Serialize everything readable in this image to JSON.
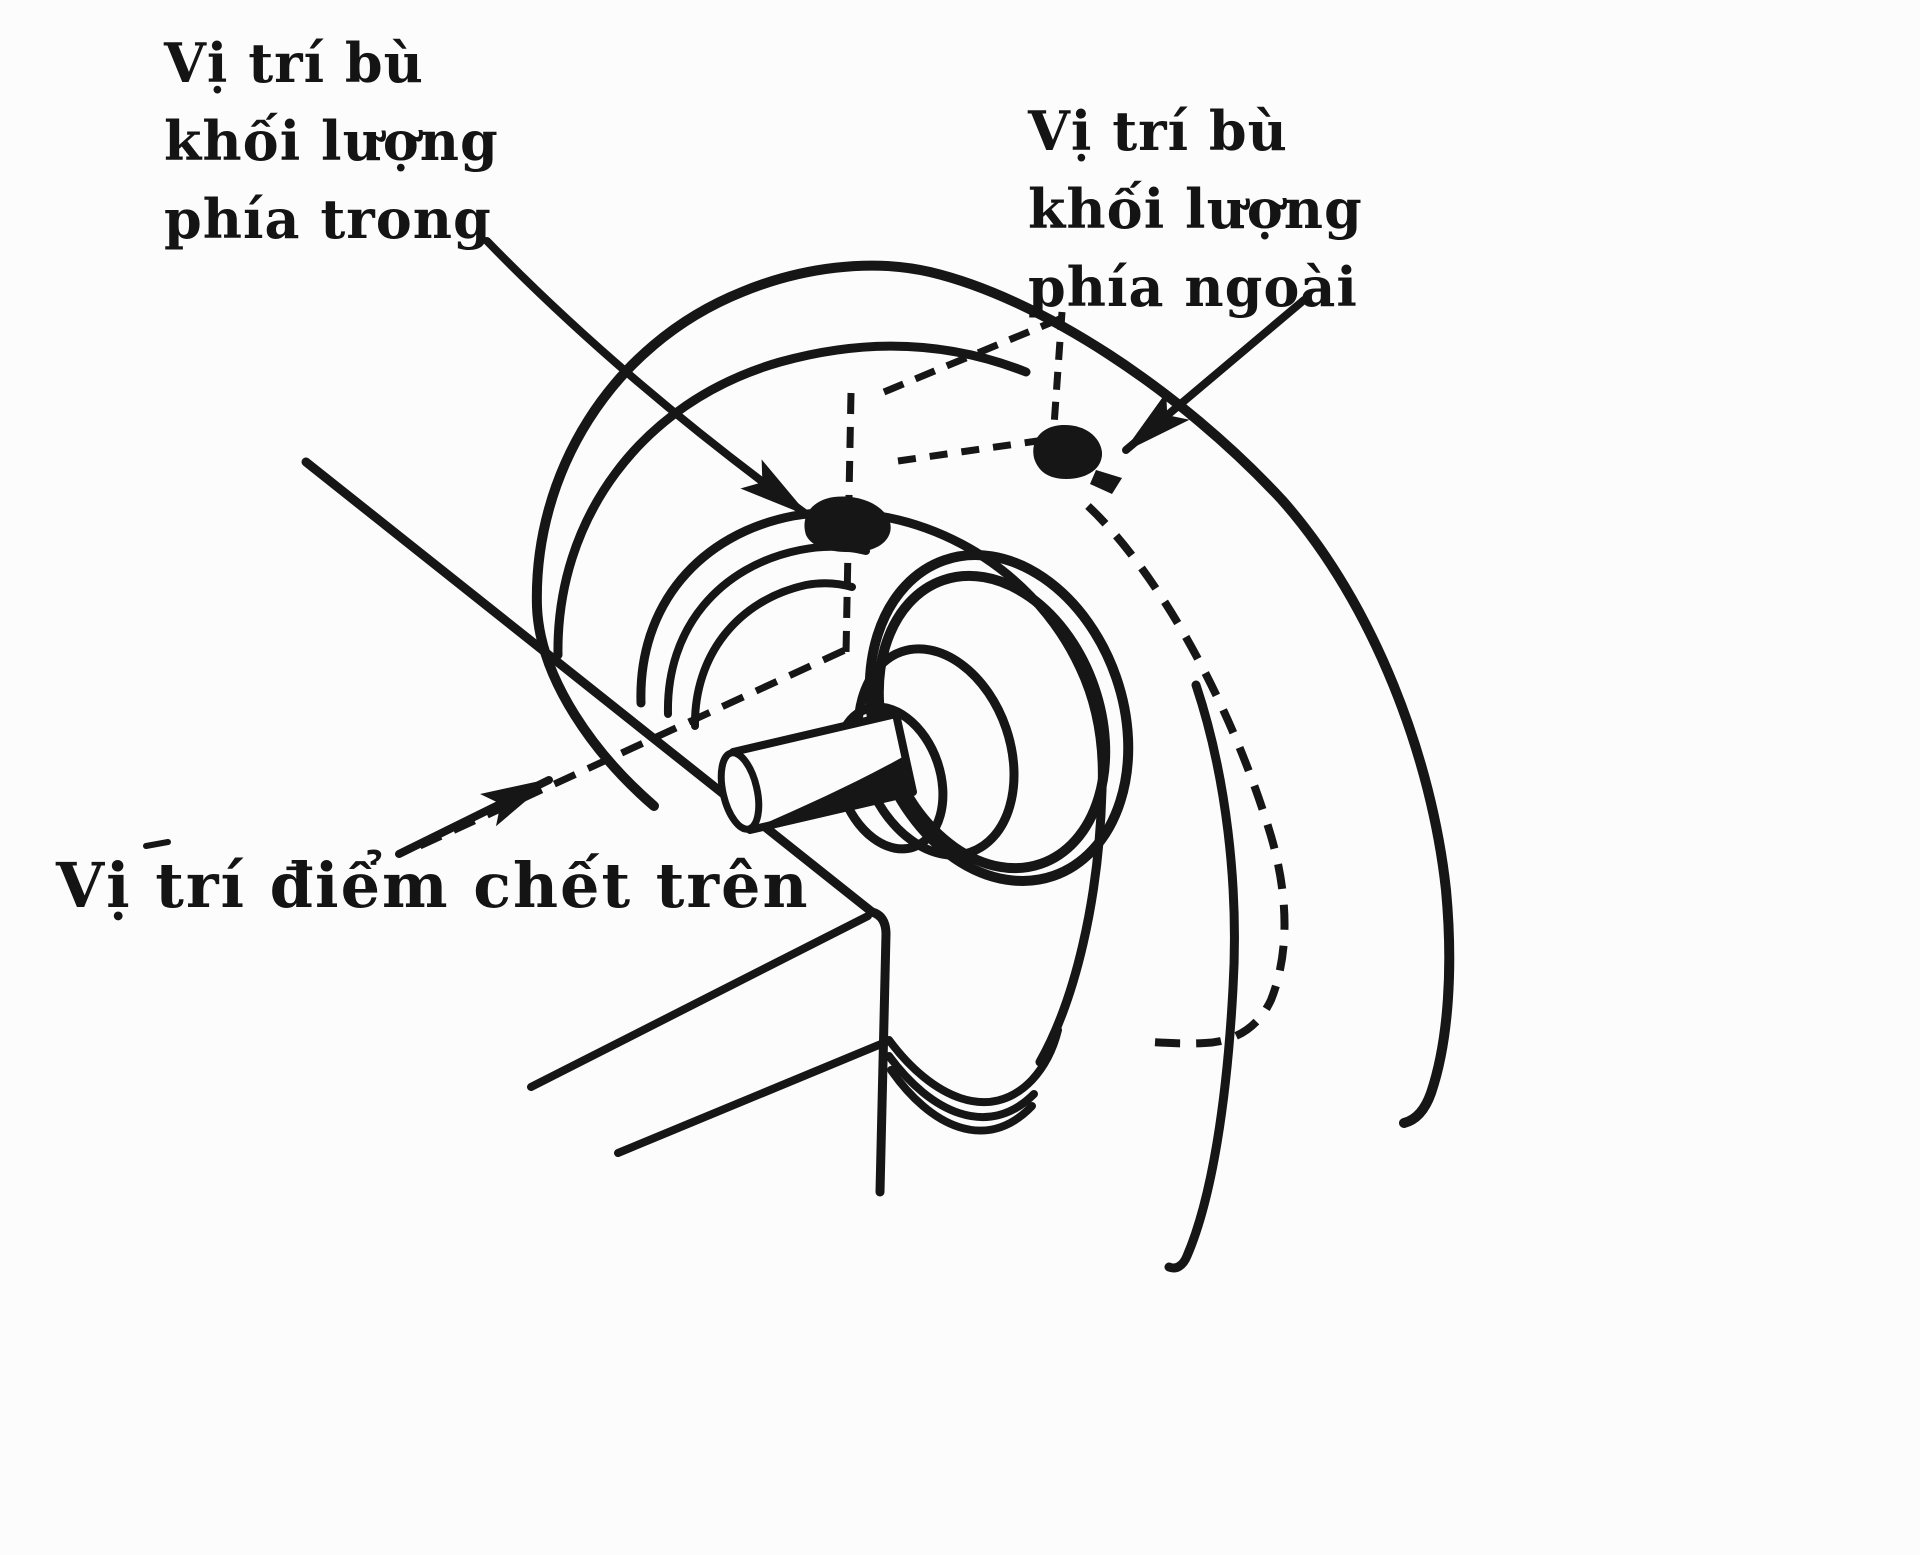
{
  "figure": {
    "type": "technical-line-diagram",
    "subject": "wheel balance weight positions on a tire mounted to a balancer shaft",
    "colors": {
      "background": "#fcfcfc",
      "ink": "#161616"
    },
    "labels": {
      "inner_weight": {
        "lines": [
          "Vị trí bù",
          "khối lượng",
          "phía trong"
        ]
      },
      "outer_weight": {
        "lines": [
          "Vị trí bù",
          "khối lượng",
          "phía ngoài"
        ]
      },
      "top_dead_center": {
        "text": "Vị trí điểm chết trên"
      }
    }
  }
}
